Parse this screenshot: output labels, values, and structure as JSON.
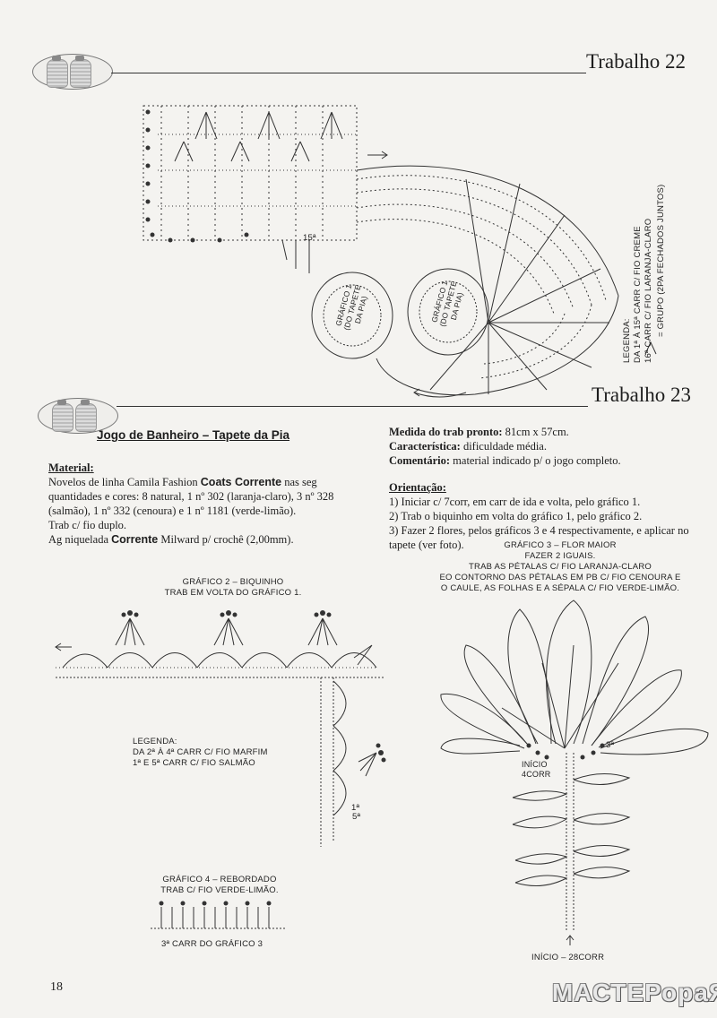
{
  "trabalho22": {
    "title": "Trabalho 22",
    "grafico_label_1": "GRÁFICO 1 (DO TAPETE DA PIA)",
    "grafico_label_2": "GRÁFICO 1 (DO TAPETE DA PIA)",
    "legend": {
      "title": "LEGENDA:",
      "line1": "DA 1ª À 15ª CARR C/ FIO CREME",
      "line2": "16ª CARR C/ FIO LARANJA-CLARO",
      "line3": "= GRUPO (2PA FECHADOS JUNTOS)"
    },
    "marker_15": "15ª"
  },
  "trabalho23": {
    "title": "Trabalho 23",
    "subtitle": "Jogo de Banheiro – Tapete da Pia",
    "material_heading": "Material:",
    "material_l1_a": "Novelos de linha Camila Fashion ",
    "material_l1_b": "Coats Corrente",
    "material_l1_c": " nas seg",
    "material_l2": "quantidades e cores: 8 natural, 1 nº 302 (laranja-claro), 3 nº 328",
    "material_l3": "(salmão), 1 nº 332 (cenoura) e 1 nº 1181 (verde-limão).",
    "material_l4": "Trab c/ fio duplo.",
    "material_l5_a": "Ag niquelada ",
    "material_l5_b": "Corrente",
    "material_l5_c": " Milward p/ crochê (2,00mm).",
    "medida_label": "Medida do trab pronto:",
    "medida_value": " 81cm x 57cm.",
    "carac_label": "Característica:",
    "carac_value": " dificuldade média.",
    "coment_label": "Comentário:",
    "coment_value": " material indicado p/ o jogo completo.",
    "orient_heading": "Orientação:",
    "orient_1": "1) Iniciar c/ 7corr, em carr de ida e volta, pelo gráfico 1.",
    "orient_2": "2) Trab o biquinho em volta do gráfico 1, pelo gráfico 2.",
    "orient_3a": "3) Fazer 2 flores, pelos gráficos 3 e 4 respectivamente, e aplicar no",
    "orient_3b": "tapete (ver foto)."
  },
  "grafico2": {
    "title": "GRÁFICO 2 – BIQUINHO",
    "subtitle": "TRAB EM VOLTA DO GRÁFICO 1.",
    "legend_title": "LEGENDA:",
    "legend_l1": "DA 2ª À 4ª CARR C/ FIO MARFIM",
    "legend_l2": "1ª E 5ª CARR C/ FIO SALMÃO",
    "marker_1": "1ª",
    "marker_5": "5ª"
  },
  "grafico3": {
    "l1": "GRÁFICO 3 – FLOR MAIOR",
    "l2": "FAZER 2 IGUAIS.",
    "l3": "TRAB AS PÉTALAS C/ FIO LARANJA-CLARO",
    "l4": "EO CONTORNO DAS PÉTALAS EM PB C/ FIO CENOURA E",
    "l5": "O CAULE, AS FOLHAS E A SÉPALA C/ FIO VERDE-LIMÃO.",
    "inicio_4corr": "INÍCIO 4CORR",
    "marker_3": "3ª",
    "inicio_28corr": "INÍCIO – 28CORR"
  },
  "grafico4": {
    "l1": "GRÁFICO 4 – REBORDADO",
    "l2": "TRAB C/ FIO VERDE-LIMÃO.",
    "l3": "3ª CARR DO GRÁFICO 3"
  },
  "page_number": "18",
  "watermark": "МАСТЕРораЯ"
}
